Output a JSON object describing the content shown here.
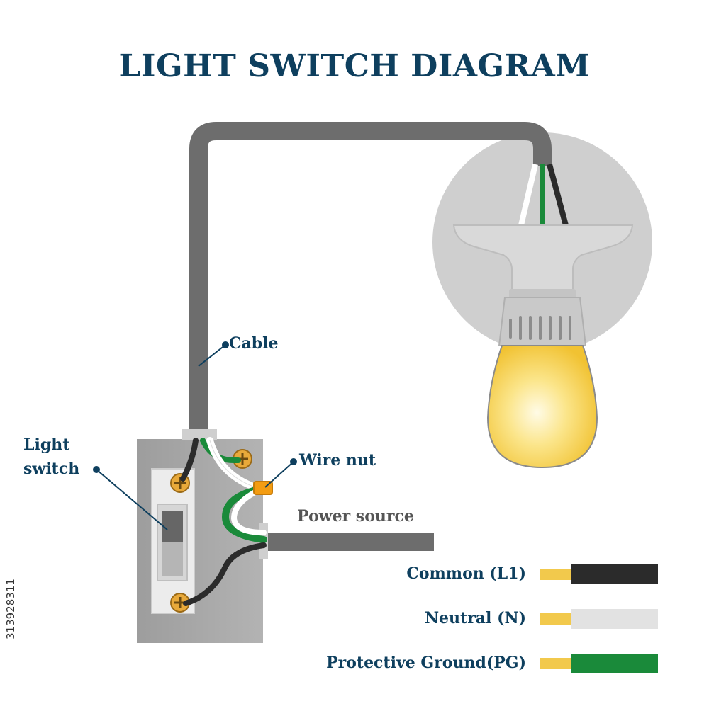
{
  "title": "LIGHT SWITCH DIAGRAM",
  "labels": {
    "cable": "Cable",
    "light_switch_line1": "Light",
    "light_switch_line2": "switch",
    "wire_nut": "Wire nut",
    "power_source": "Power source"
  },
  "legend": [
    {
      "label": "Common (L1)",
      "color": "#2b2b2b"
    },
    {
      "label": "Neutral (N)",
      "color": "#e2e2e2"
    },
    {
      "label": "Protective Ground(PG)",
      "color": "#1a8a3a"
    }
  ],
  "stock_id": "313928311",
  "colors": {
    "title": "#0e3f5e",
    "cable": "#6d6d6d",
    "box": "#a7a7a7",
    "bulb": "#f7d24f",
    "wire_tip": "#f2c94c"
  }
}
